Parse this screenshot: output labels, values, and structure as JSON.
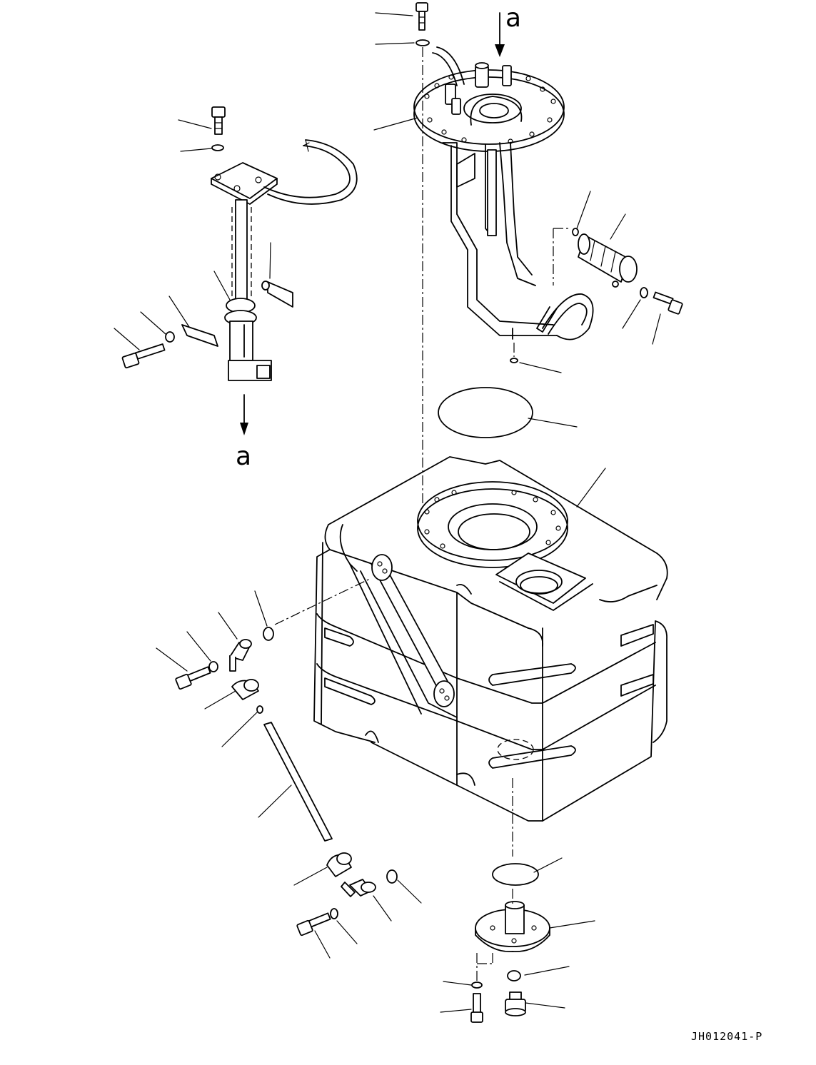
{
  "diagram": {
    "type": "exploded parts view",
    "view_labels": {
      "top": "a",
      "left": "a"
    },
    "drawing_code": "JH012041-P"
  }
}
